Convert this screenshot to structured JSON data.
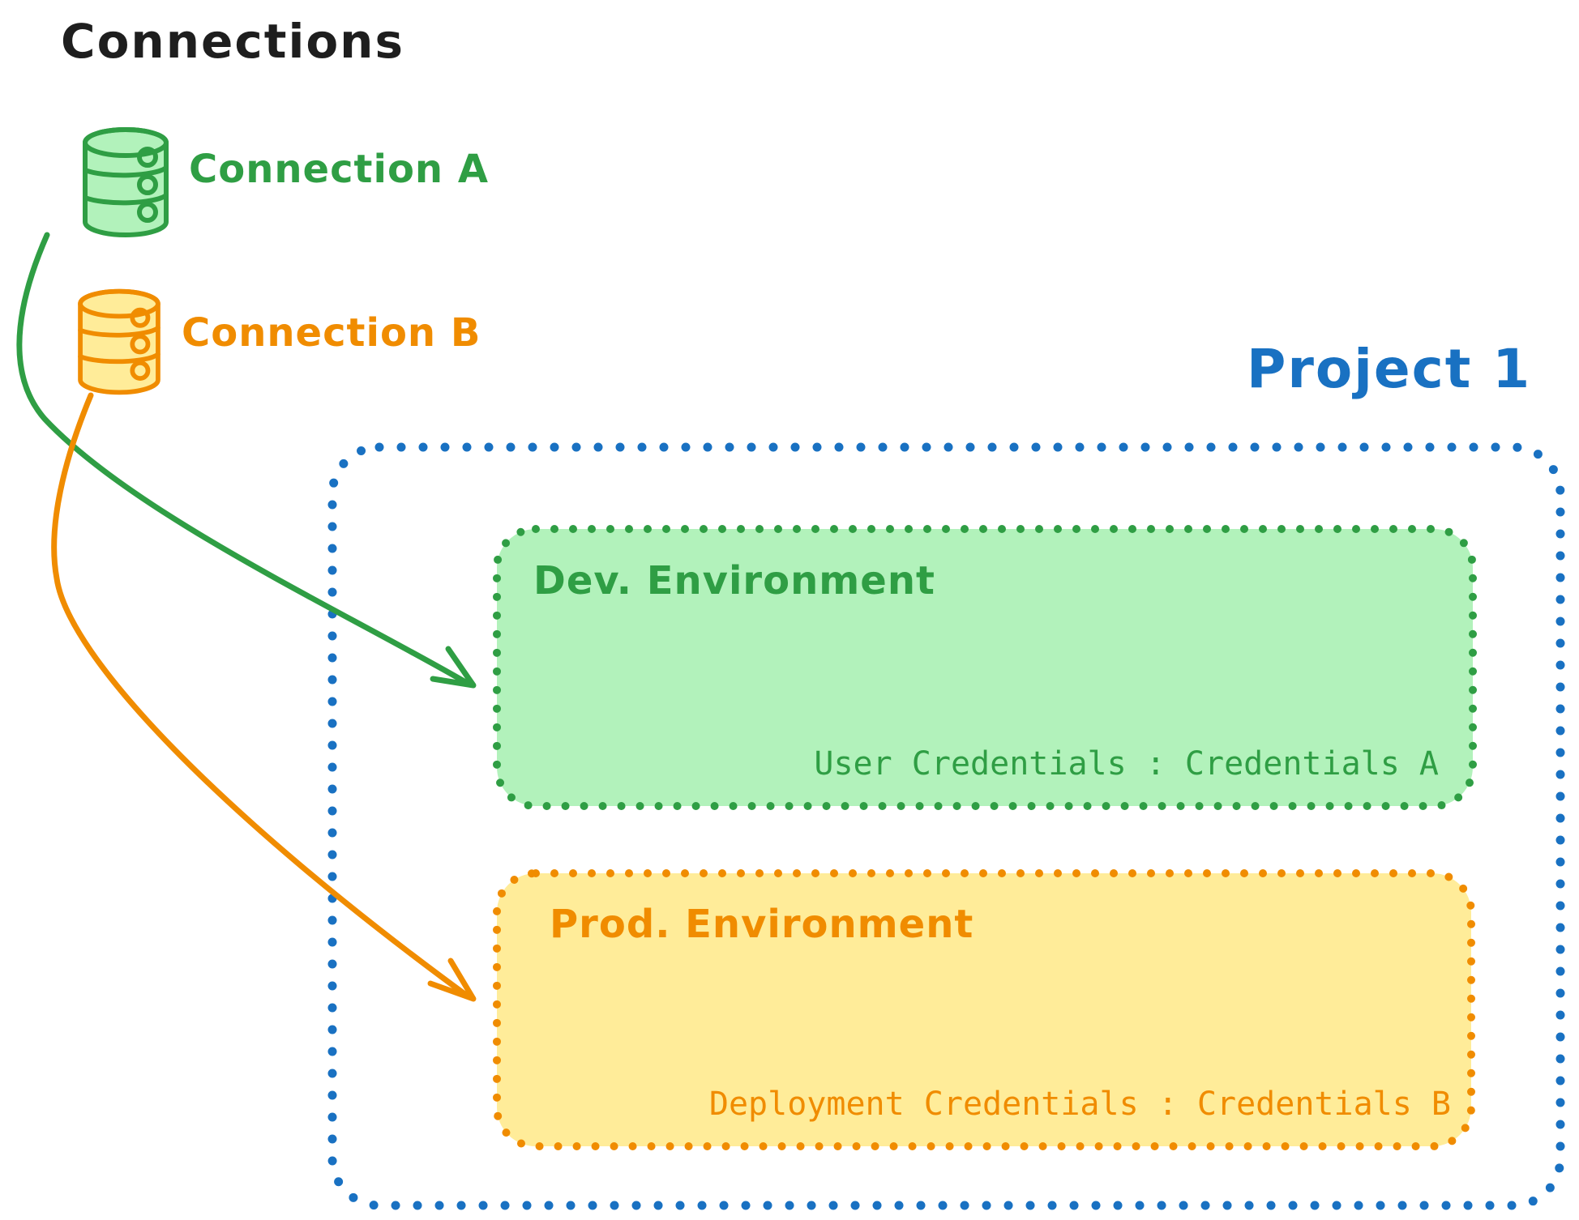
{
  "connections_panel": {
    "title": "Connections",
    "items": [
      {
        "label": "Connection A",
        "icon": "database-icon",
        "color_name": "green"
      },
      {
        "label": "Connection B",
        "icon": "database-icon",
        "color_name": "orange"
      }
    ]
  },
  "project": {
    "title": "Project 1",
    "environments": [
      {
        "title": "Dev. Environment",
        "credentials_label": "User Credentials : Credentials A",
        "color_name": "green"
      },
      {
        "title": "Prod. Environment",
        "credentials_label": "Deployment Credentials : Credentials B",
        "color_name": "orange"
      }
    ]
  },
  "arrows": [
    {
      "from": "Connection A",
      "to": "Dev. Environment",
      "color_name": "green"
    },
    {
      "from": "Connection B",
      "to": "Prod. Environment",
      "color_name": "orange"
    }
  ],
  "colors": {
    "ink": "#1e1e1e",
    "green": "#2f9e44",
    "green_fill": "#b2f2bb",
    "orange": "#f08c00",
    "orange_fill": "#ffec99",
    "blue": "#1971c2"
  }
}
